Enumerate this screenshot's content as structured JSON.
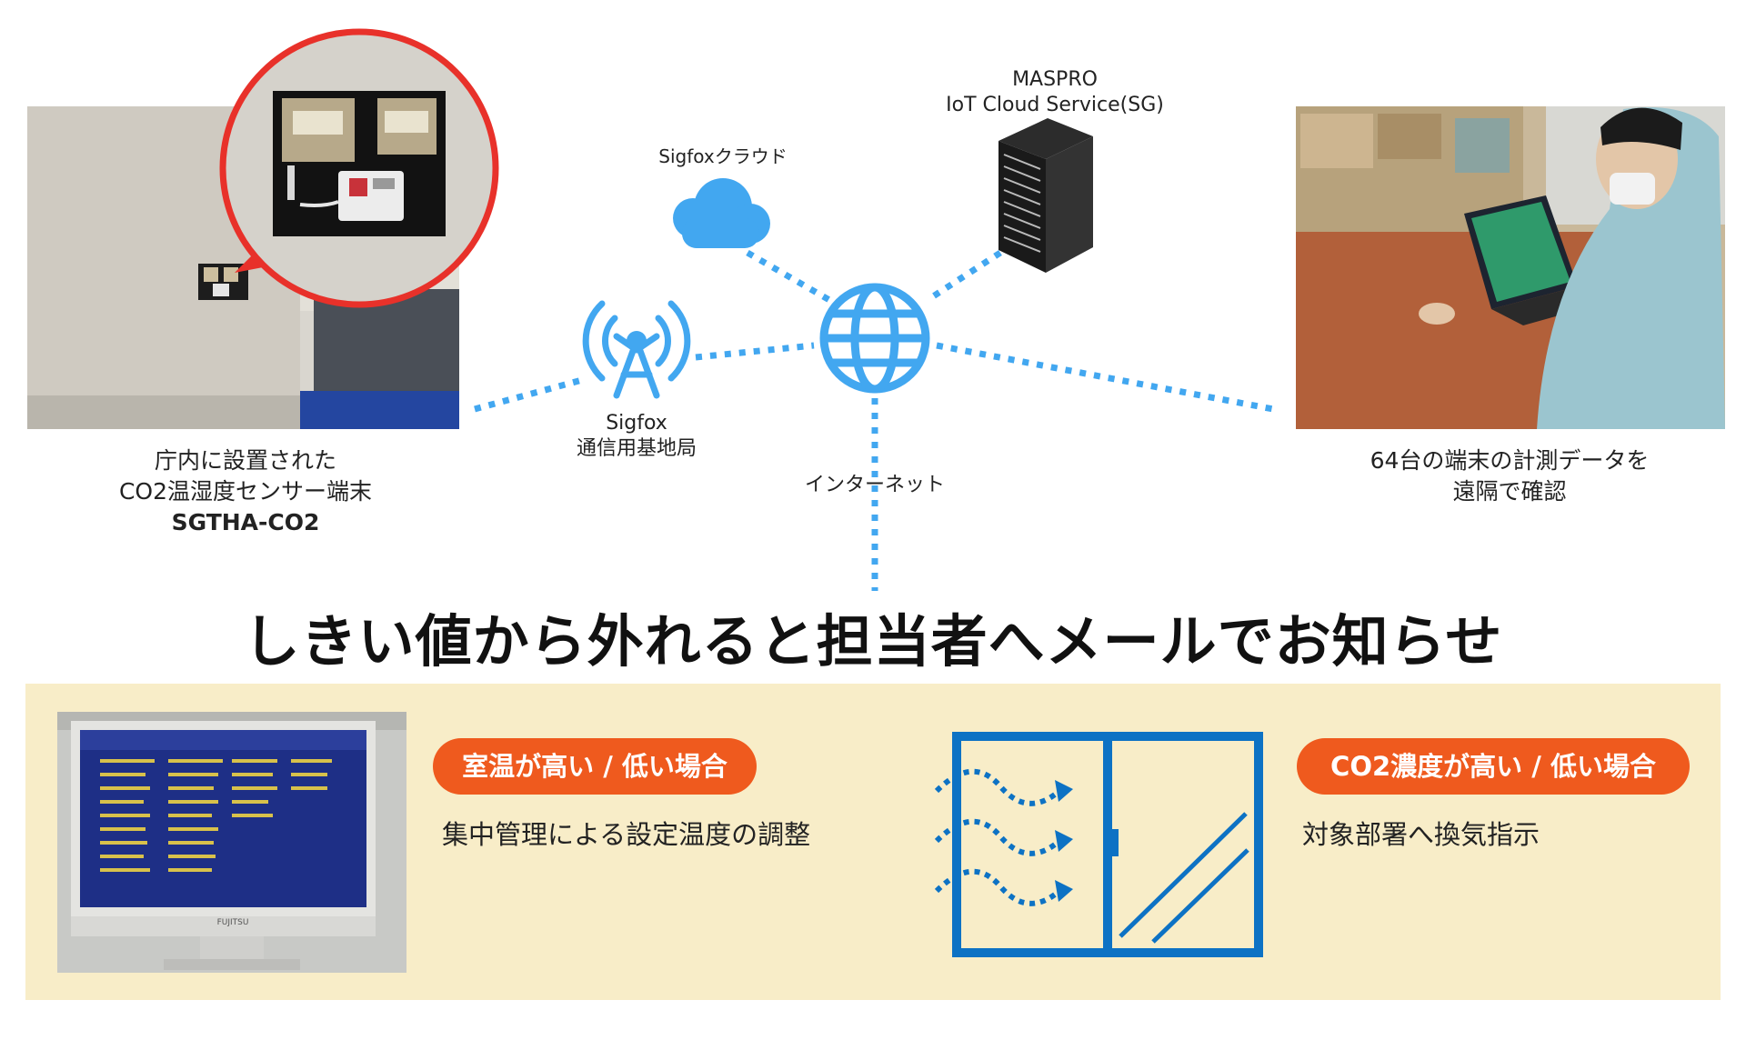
{
  "sensor_caption": {
    "line1": "庁内に設置された",
    "line2": "CO2温湿度センサー端末",
    "model": "SGTHA-CO2"
  },
  "sigfox_cloud_label": "Sigfoxクラウド",
  "maspro": {
    "line1": "MASPRO",
    "line2": "IoT Cloud Service(SG)"
  },
  "base_station": {
    "line1": "Sigfox",
    "line2": "通信用基地局"
  },
  "internet_label": "インターネット",
  "remote_caption": {
    "line1": "64台の端末の計測データを",
    "line2": "遠隔で確認"
  },
  "headline": "しきい値から外れると担当者へメールでお知らせ",
  "temperature_case": {
    "badge": "室温が高い / 低い場合",
    "action": "集中管理による設定温度の調整"
  },
  "co2_case": {
    "badge": "CO2濃度が高い / 低い場合",
    "action": "対象部署へ換気指示"
  },
  "monitor_brand": "FUJITSU",
  "colors": {
    "network_blue": "#42a7f0",
    "highlight_red": "#e8312a",
    "badge_orange": "#ef5a1e",
    "panel_cream": "#f8edc8",
    "window_blue": "#0d72c4"
  },
  "icons": [
    "cloud-icon",
    "server-icon",
    "antenna-icon",
    "globe-icon",
    "window-icon",
    "airflow-icon"
  ]
}
